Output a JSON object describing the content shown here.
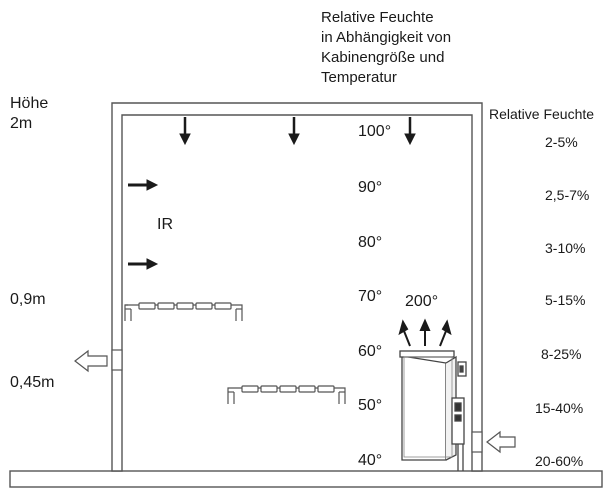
{
  "title_lines": [
    "Relative Feuchte",
    "in Abhängigkeit von",
    "Kabinengröße und",
    "Temperatur"
  ],
  "height_label": [
    "Höhe",
    "2m"
  ],
  "level_labels": [
    "0,9m",
    "0,45m"
  ],
  "ir_label": "IR",
  "heater_temp": "200°",
  "humidity_header": "Relative Feuchte",
  "temperatures": [
    "100°",
    "90°",
    "80°",
    "70°",
    "60°",
    "50°",
    "40°"
  ],
  "humidity_ranges": [
    "2-5%",
    "2,5-7%",
    "3-10%",
    "5-15%",
    "8-25%",
    "15-40%",
    "20-60%"
  ]
}
